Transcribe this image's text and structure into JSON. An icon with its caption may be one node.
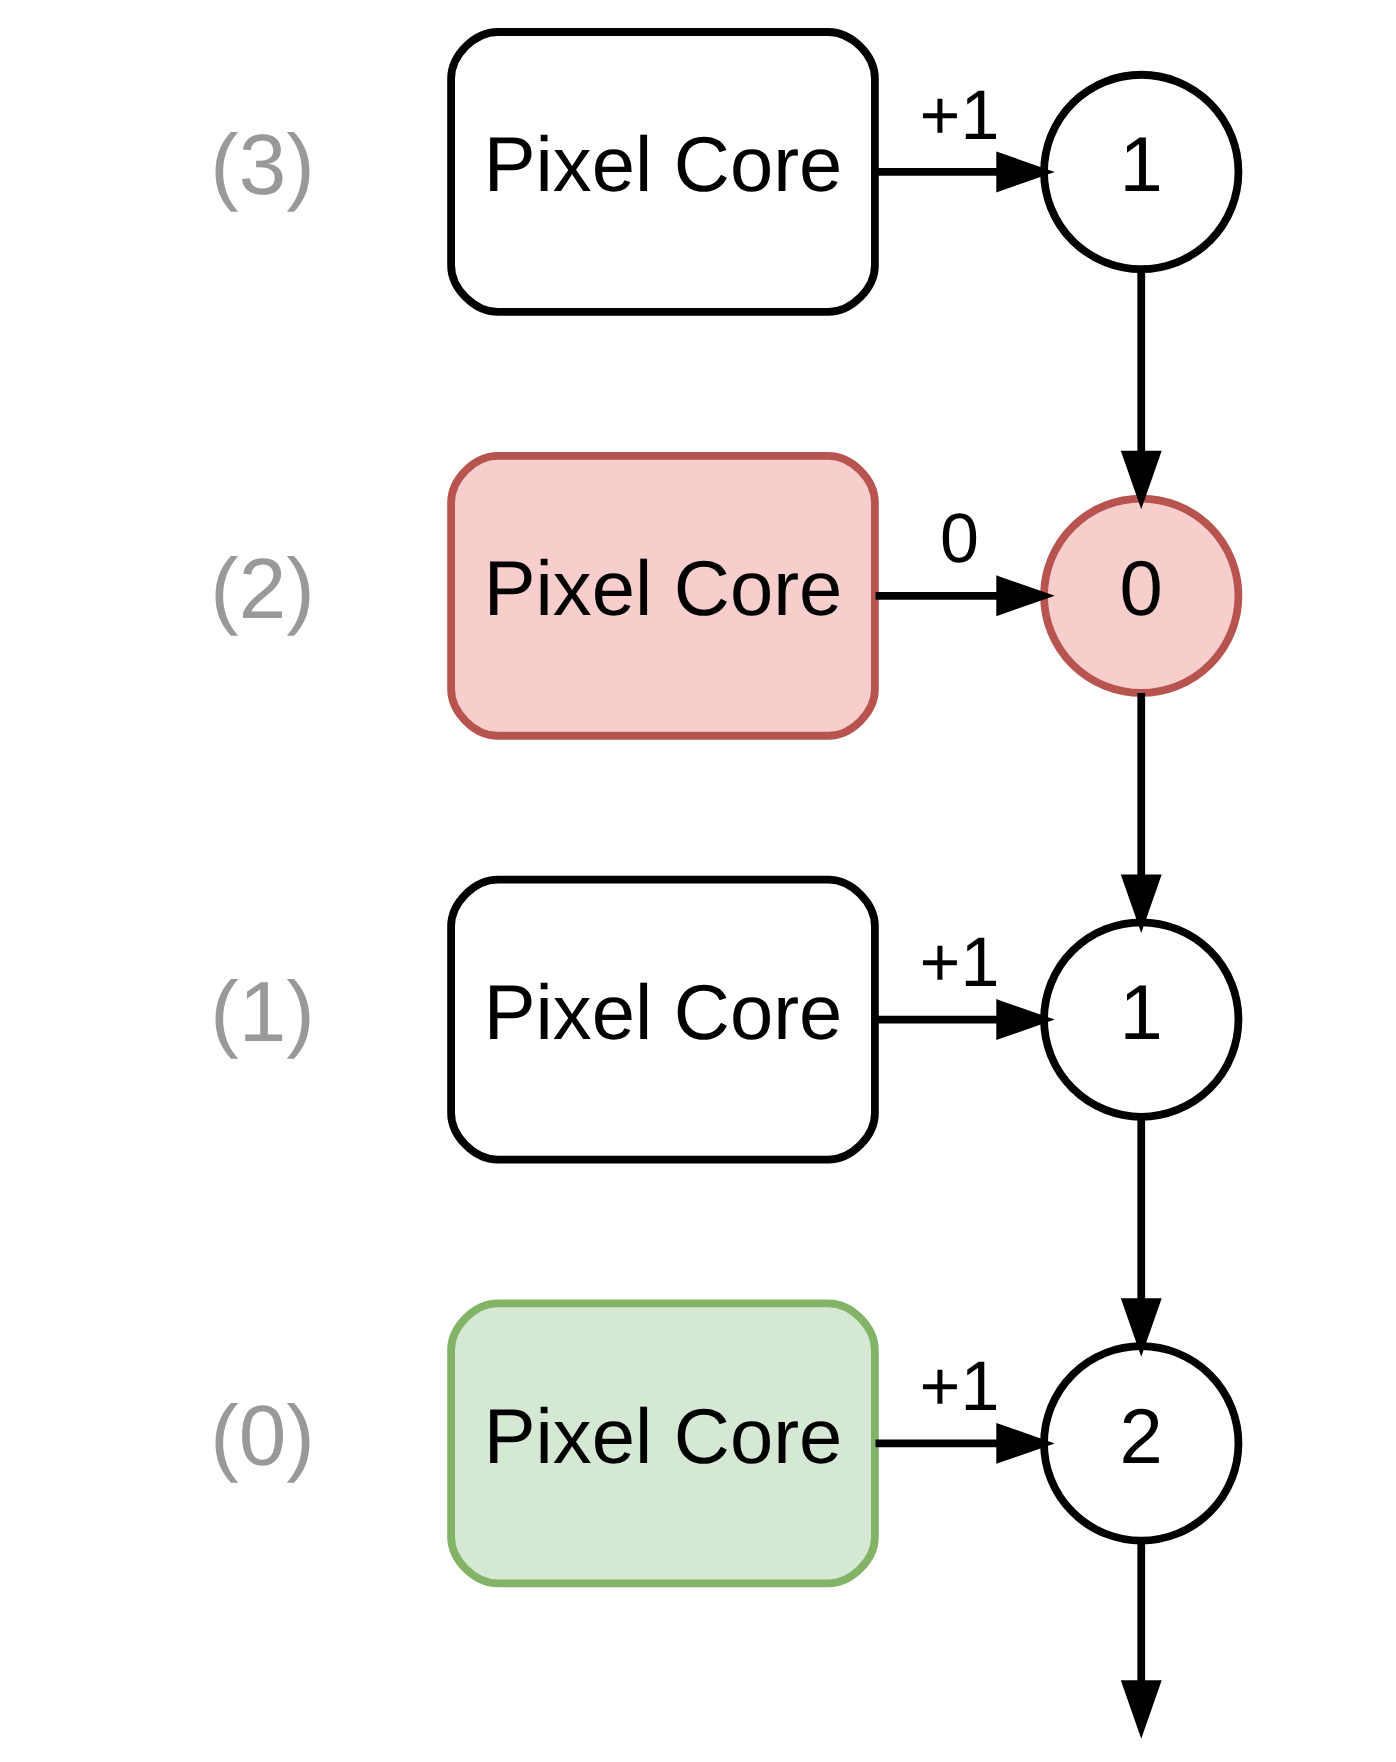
{
  "diagram": {
    "nodes": [
      {
        "text": [
          "Pixel Core"
        ],
        "beside": [
          "(3)"
        ]
      },
      {
        "text": [
          "1"
        ]
      },
      {
        "text": [
          "Pixel Core"
        ],
        "beside": [
          "(2)"
        ]
      },
      {
        "text": [
          "0"
        ]
      },
      {
        "text": [
          "Pixel Core"
        ],
        "beside": [
          "(1)"
        ]
      },
      {
        "text": [
          "1"
        ]
      },
      {
        "text": [
          "Pixel Core"
        ],
        "beside": [
          "(0)"
        ]
      },
      {
        "text": [
          "2"
        ]
      }
    ],
    "edges": [
      {
        "from": 0,
        "to": 1,
        "arrow": "to",
        "label": "+1"
      },
      {
        "from": 1,
        "to": 3,
        "arrow": "to"
      },
      {
        "from": 2,
        "to": 3,
        "arrow": "to",
        "label": "0"
      },
      {
        "from": 3,
        "to": 5,
        "arrow": "to"
      },
      {
        "from": 4,
        "to": 5,
        "arrow": "to",
        "label": "+1"
      },
      {
        "from": 5,
        "to": 7,
        "arrow": "to"
      },
      {
        "from": 6,
        "to": 7,
        "arrow": "to",
        "label": "+1"
      },
      {
        "from": 7,
        "to": null,
        "arrow": "to"
      }
    ]
  }
}
